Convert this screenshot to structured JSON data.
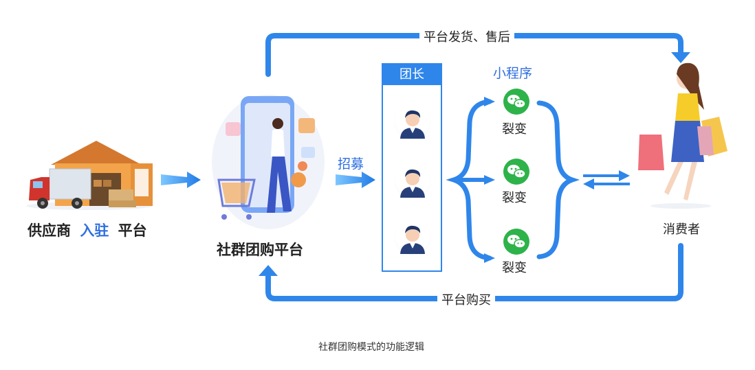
{
  "supplier": {
    "prefix": "供应商",
    "highlight": "入驻",
    "suffix": "平台"
  },
  "platform": {
    "label": "社群团购平台"
  },
  "recruit": {
    "label": "招募"
  },
  "leader": {
    "label": "团长"
  },
  "mini_program": {
    "label": "小程序"
  },
  "fission": [
    {
      "label": "裂变"
    },
    {
      "label": "裂变"
    },
    {
      "label": "裂变"
    }
  ],
  "consumer": {
    "label": "消费者"
  },
  "top_flow": {
    "label": "平台发货、售后"
  },
  "bottom_flow": {
    "label": "平台购买"
  },
  "caption": "社群团购模式的功能逻辑",
  "colors": {
    "accent": "#2f86ea",
    "wechat": "#2db34a",
    "text": "#222222"
  },
  "icons": [
    "warehouse-truck-illustration",
    "shopping-woman-phone-illustration",
    "person-avatar-icon",
    "wechat-icon",
    "shopping-woman-illustration"
  ]
}
